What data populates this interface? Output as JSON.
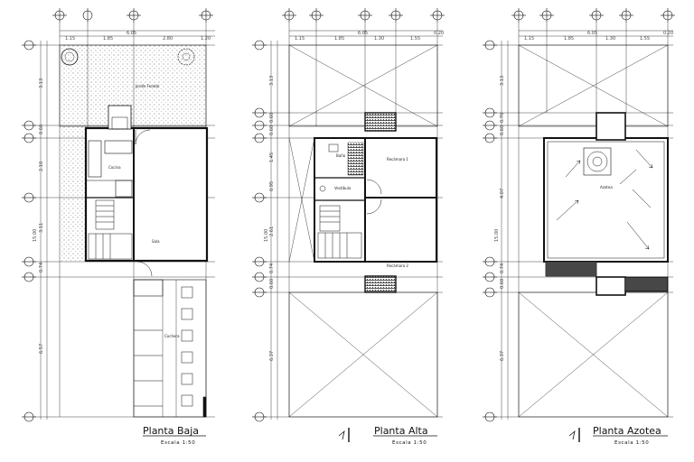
{
  "plans": [
    {
      "id": "planta-baja",
      "title": "Planta Baja",
      "scale": "Escala 1:50",
      "top_dims": [
        "1.15",
        "1.85",
        "2.80",
        "1.20"
      ],
      "total_width": "6.05",
      "side_dims": [
        "3.13",
        "0.60",
        "2.10",
        "3.11",
        "0.74",
        "6.57"
      ],
      "total_height": "15.00",
      "rooms": [
        "Jardín Frontal",
        "Cocina",
        "Sala",
        "Cochera"
      ]
    },
    {
      "id": "planta-alta",
      "title": "Planta Alta",
      "scale": "Escala 1:50",
      "top_dims": [
        "1.15",
        "1.85",
        "1.30",
        "1.55",
        "0.20"
      ],
      "total_width": "6.05",
      "side_dims": [
        "3.13",
        "0.60",
        "0.60",
        "1.45",
        "0.95",
        "2.61",
        "0.74",
        "0.60",
        "6.37"
      ],
      "total_height": "15.00",
      "rooms": [
        "Recámara 1",
        "Baño",
        "Vestíbulo",
        "Recámara 2"
      ]
    },
    {
      "id": "planta-azotea",
      "title": "Planta Azotea",
      "scale": "Escala 1:50",
      "top_dims": [
        "1.15",
        "1.85",
        "1.30",
        "1.55",
        "0.20"
      ],
      "total_width": "6.05",
      "side_dims": [
        "3.13",
        "0.70",
        "0.60",
        "4.07",
        "0.74",
        "0.60",
        "6.37"
      ],
      "total_height": "15.00",
      "rooms": [
        "Azotea"
      ]
    }
  ],
  "colors": {
    "line": "#111111",
    "grid": "#222222",
    "hatch": "#333333"
  }
}
